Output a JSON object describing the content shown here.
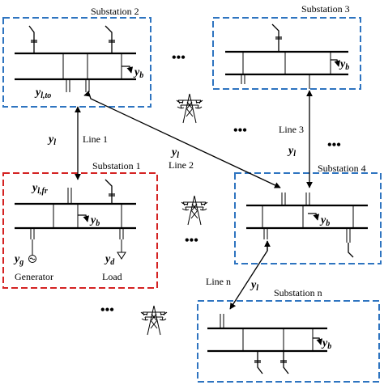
{
  "substations": {
    "s2": {
      "title": "Substation 2",
      "yb": "y",
      "yb_sub": "b",
      "ylto": "y",
      "ylto_sub": "l,to"
    },
    "s3": {
      "title": "Substation 3",
      "yb": "y",
      "yb_sub": "b"
    },
    "s1": {
      "title": "Substation 1",
      "yb": "y",
      "yb_sub": "b",
      "ylfr": "y",
      "ylfr_sub": "l,fr",
      "yg": "y",
      "yg_sub": "g",
      "yd": "y",
      "yd_sub": "d",
      "generator": "Generator",
      "load": "Load"
    },
    "s4": {
      "title": "Substation 4",
      "yb": "y",
      "yb_sub": "b"
    },
    "sn": {
      "title": "Substation n",
      "yb": "y",
      "yb_sub": "b"
    }
  },
  "lines": {
    "line1": {
      "label": "Line 1",
      "y": "y",
      "y_sub": "l"
    },
    "line2": {
      "label": "Line 2",
      "y": "y",
      "y_sub": "l"
    },
    "line3": {
      "label": "Line 3",
      "y": "y",
      "y_sub": "l"
    },
    "linen": {
      "label": "Line n",
      "y": "y",
      "y_sub": "l"
    }
  },
  "ellipsis": "•••",
  "colors": {
    "blue_border": "#2e74c0",
    "red_border": "#d42222",
    "line": "#000000"
  },
  "icons": [
    "transmission-tower-icon",
    "generator-icon",
    "load-arrow-icon"
  ]
}
